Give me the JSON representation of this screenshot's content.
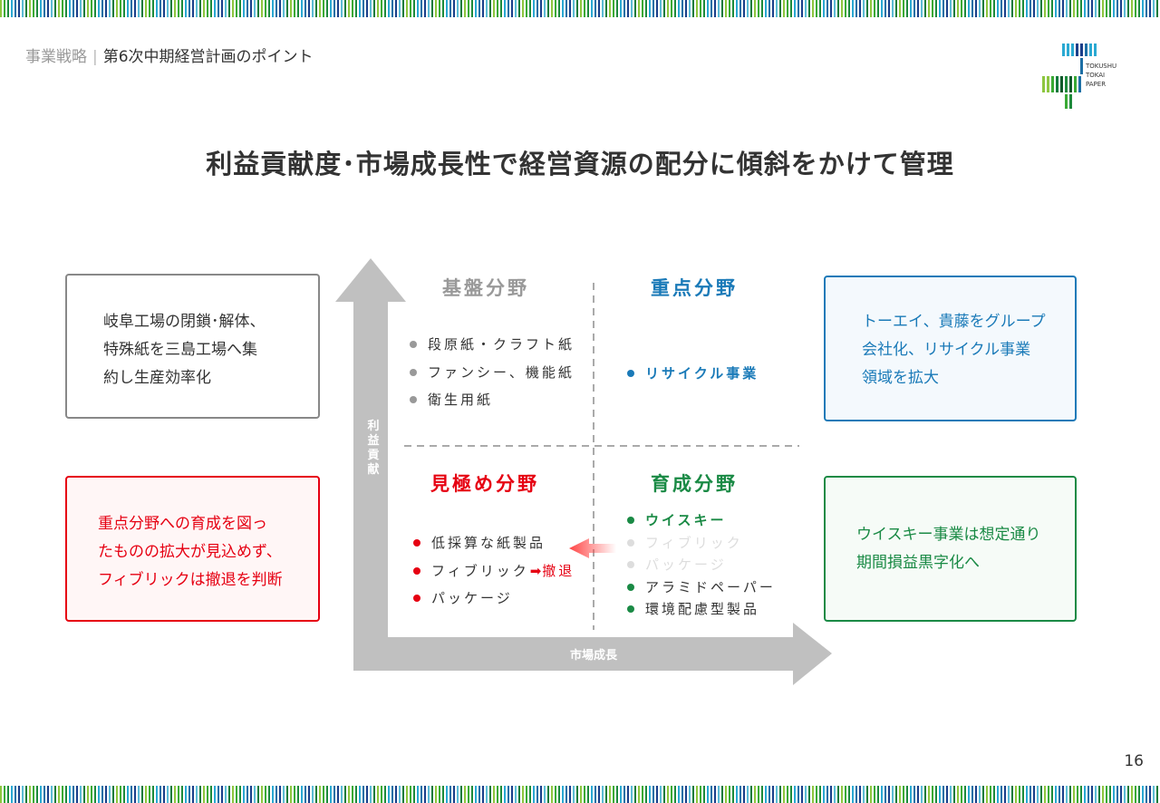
{
  "header": {
    "section": "事業戦略",
    "separator": "|",
    "page_title": "第6次中期経営計画のポイント"
  },
  "logo": {
    "lines": [
      "TOKUSHU",
      "TOKAI",
      "PAPER"
    ]
  },
  "main_title": "利益貢献度･市場成長性で経営資源の配分に傾斜をかけて管理",
  "axes": {
    "y_label": "利益貢献",
    "x_label": "市場成長"
  },
  "quadrants": {
    "base": {
      "title": "基盤分野",
      "color": "#999999",
      "items": [
        "段原紙・クラフト紙",
        "ファンシー、機能紙",
        "衛生用紙"
      ]
    },
    "focus": {
      "title": "重点分野",
      "color": "#1a7ab8",
      "items": [
        "リサイクル事業"
      ]
    },
    "evaluate": {
      "title": "見極め分野",
      "color": "#e60012",
      "items": [
        "低採算な紙製品",
        "フィブリック",
        "パッケージ"
      ],
      "withdraw_label": "撤退"
    },
    "develop": {
      "title": "育成分野",
      "color": "#1a8a45",
      "items": [
        "ウイスキー",
        "フィブリック",
        "パッケージ",
        "アラミドペーパー",
        "環境配慮型製品"
      ]
    }
  },
  "notes": {
    "top_left": [
      "岐阜工場の閉鎖･解体、",
      "特殊紙を三島工場へ集",
      "約し生産効率化"
    ],
    "bottom_left": [
      "重点分野への育成を図っ",
      "たものの拡大が見込めず、",
      "フィブリックは撤退を判断"
    ],
    "top_right": [
      "トーエイ、貴藤をグループ",
      "会社化、リサイクル事業",
      "領域を拡大"
    ],
    "bottom_right": [
      "ウイスキー事業は想定通り",
      "期間損益黒字化へ"
    ]
  },
  "page_number": "16"
}
